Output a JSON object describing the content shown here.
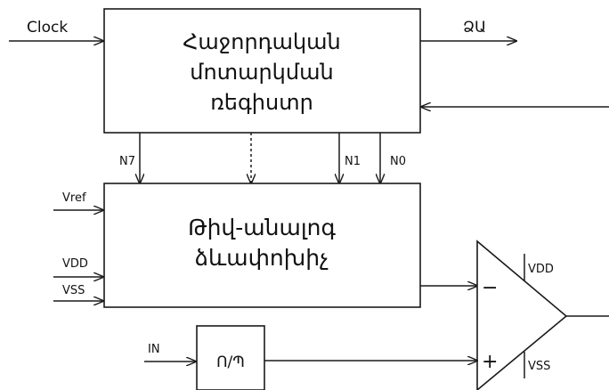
{
  "signals": {
    "clock": "Clock",
    "sar_output": "ՁԱ",
    "vref": "Vref",
    "vdd_dac": "VDD",
    "vss_dac": "VSS",
    "in": "IN",
    "n7": "N7",
    "n1": "N1",
    "n0": "N0",
    "vdd_comp": "VDD",
    "vss_comp": "VSS"
  },
  "blocks": {
    "sar": {
      "line1": "Հաջորդական",
      "line2": "մոտարկման",
      "line3": "ռեգիստր"
    },
    "dac": {
      "line1": "Թիվ-անալոգ",
      "line2": "ձևափոխիչ"
    },
    "sample_hold": "Ո/Պ"
  },
  "comparator": {
    "minus": "−",
    "plus": "+"
  }
}
